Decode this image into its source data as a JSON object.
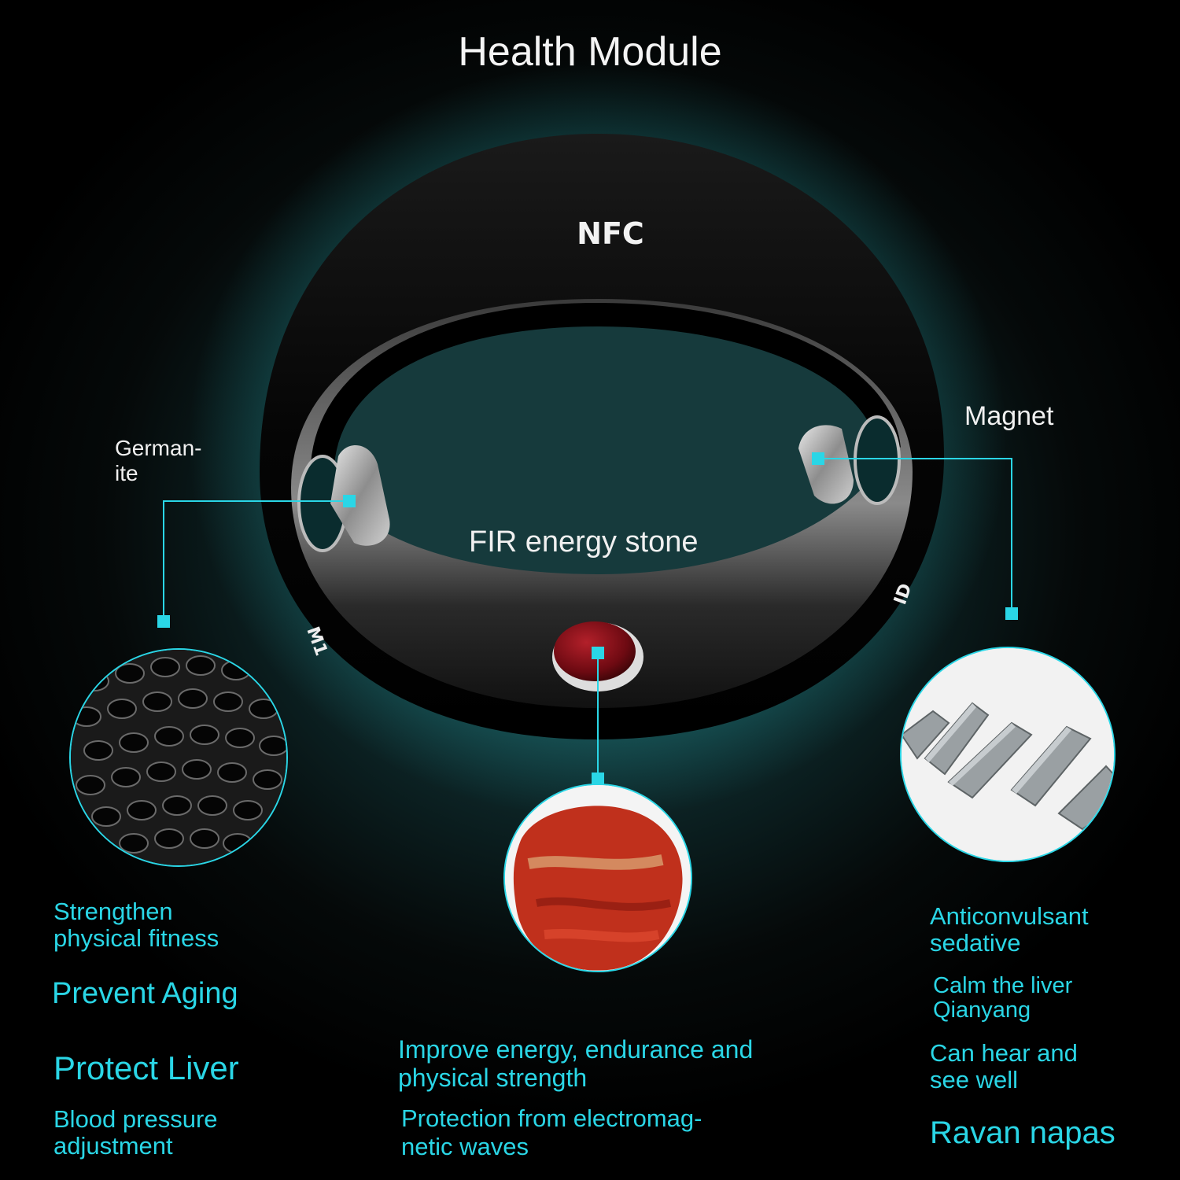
{
  "title": "Health Module",
  "ring": {
    "nfc_text": "NFC",
    "side_left": "M1",
    "side_right": "ID"
  },
  "labels": {
    "germanite_line1": "German-",
    "germanite_line2": "ite",
    "magnet": "Magnet",
    "fir": "FIR energy stone"
  },
  "left_benefits": {
    "b1_line1": "Strengthen",
    "b1_line2": "physical fitness",
    "b2": "Prevent Aging",
    "b3": "Protect Liver",
    "b4_line1": "Blood pressure",
    "b4_line2": "adjustment"
  },
  "center_benefits": {
    "b1_line1": "Improve energy, endurance and",
    "b1_line2": "physical strength",
    "b2_line1": "Protection from electromag-",
    "b2_line2": "netic waves"
  },
  "right_benefits": {
    "b1_line1": "Anticonvulsant",
    "b1_line2": "sedative",
    "b2_line1": "Calm the liver",
    "b2_line2": "Qianyang",
    "b3_line1": "Can hear and",
    "b3_line2": "see well",
    "b4": "Ravan napas"
  },
  "colors": {
    "accent": "#2ad6e6",
    "background": "#000000",
    "stone_red": "#c0301c"
  },
  "icons": [
    "germanium-beads-image",
    "red-jasper-stone-image",
    "magnet-bars-image",
    "ring-image"
  ]
}
